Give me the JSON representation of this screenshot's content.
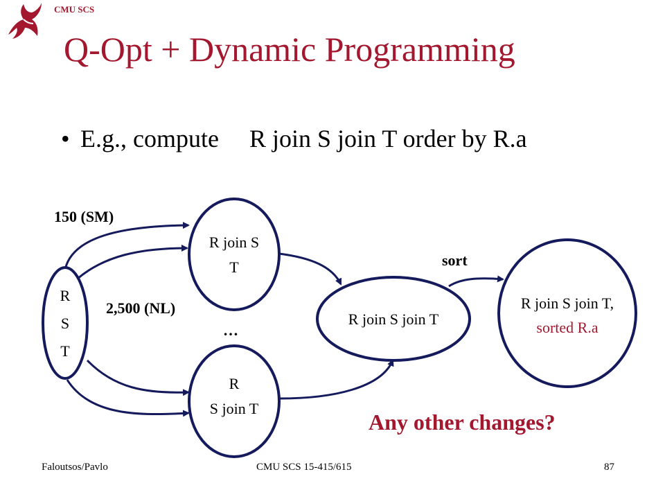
{
  "header": {
    "tag": "CMU SCS"
  },
  "title": "Q-Opt + Dynamic Programming",
  "bullet": {
    "prefix": "E.g., compute",
    "query": "R join S join T order by R.a"
  },
  "diagram": {
    "nodes": {
      "rst": [
        "R",
        "S",
        "T"
      ],
      "rs_t": [
        "R join S",
        "T"
      ],
      "r_st": [
        "R",
        "S join T"
      ],
      "rst_join": "R join S join T",
      "final_line1": "R join S join T,",
      "final_line2": "sorted R.a"
    },
    "edge_labels": {
      "sm": "150 (SM)",
      "nl": "2,500 (NL)",
      "sort": "sort",
      "dots": "…"
    },
    "question": "Any other changes?"
  },
  "footer": {
    "left": "Faloutsos/Pavlo",
    "center": "CMU SCS 15-415/615",
    "page": "87"
  },
  "colors": {
    "accent": "#a3182e",
    "stroke": "#141a5c"
  }
}
